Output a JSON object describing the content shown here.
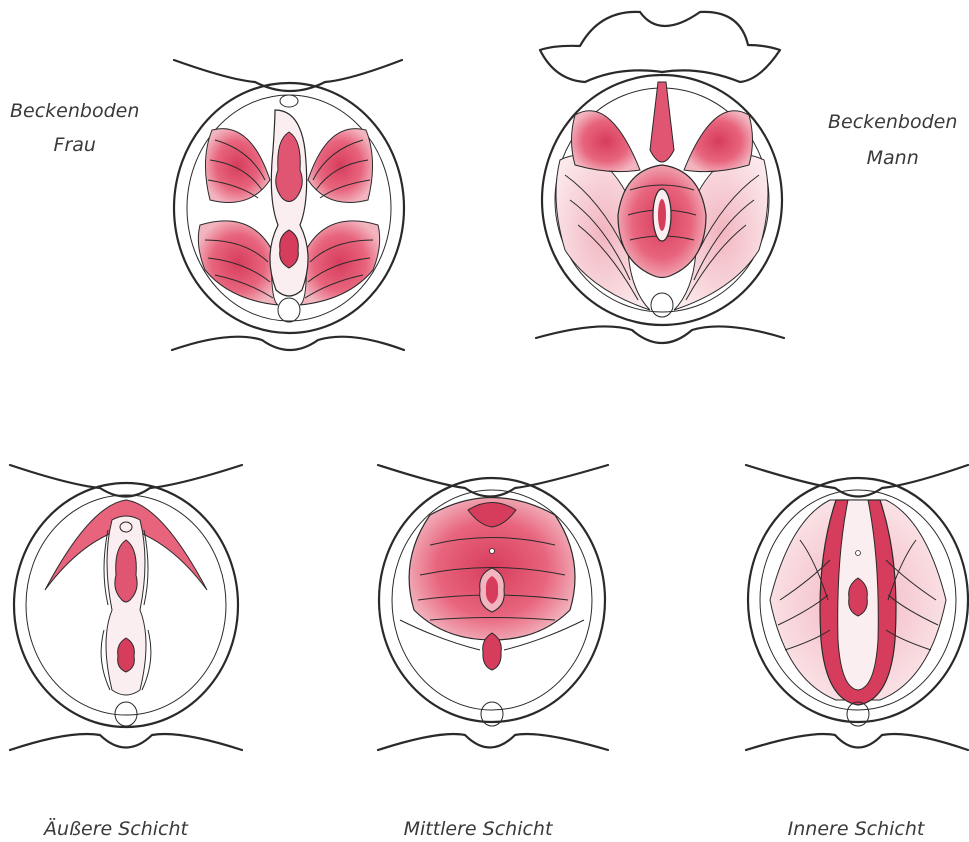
{
  "labels": {
    "female_title_line1": "Beckenboden",
    "female_title_line2": "Frau",
    "male_title_line1": "Beckenboden",
    "male_title_line2": "Mann",
    "layer_outer": "Äußere Schicht",
    "layer_middle": "Mittlere Schicht",
    "layer_inner": "Innere Schicht"
  },
  "colors": {
    "muscle_dark": "#d63d5c",
    "muscle_mid": "#e85c78",
    "muscle_light": "#f2b5bf",
    "muscle_pale": "#f7dde2",
    "bone": "#f3efe4",
    "outline": "#2a2a2a"
  }
}
